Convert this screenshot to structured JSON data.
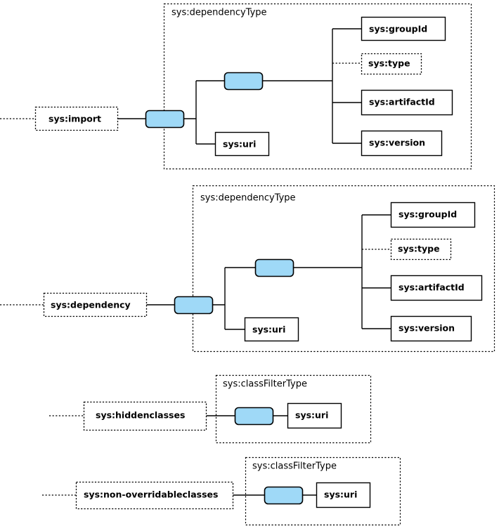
{
  "diagram": {
    "title": "XML Schema structure diagram",
    "colors": {
      "connector_fill": "#9fd9f7",
      "stroke": "#000000",
      "background": "#ffffff"
    },
    "groups": [
      {
        "id": "import-group",
        "type_label": "sys:dependencyType",
        "root": {
          "label": "sys:import",
          "border": "dotted"
        },
        "children": [
          {
            "label": "sys:groupId",
            "border": "solid"
          },
          {
            "label": "sys:type",
            "border": "dotted"
          },
          {
            "label": "sys:artifactId",
            "border": "solid"
          },
          {
            "label": "sys:version",
            "border": "solid"
          },
          {
            "label": "sys:uri",
            "border": "solid"
          }
        ]
      },
      {
        "id": "dependency-group",
        "type_label": "sys:dependencyType",
        "root": {
          "label": "sys:dependency",
          "border": "dotted"
        },
        "children": [
          {
            "label": "sys:groupId",
            "border": "solid"
          },
          {
            "label": "sys:type",
            "border": "dotted"
          },
          {
            "label": "sys:artifactId",
            "border": "solid"
          },
          {
            "label": "sys:version",
            "border": "solid"
          },
          {
            "label": "sys:uri",
            "border": "solid"
          }
        ]
      },
      {
        "id": "hiddenclasses-group",
        "type_label": "sys:classFilterType",
        "root": {
          "label": "sys:hiddenclasses",
          "border": "dotted"
        },
        "children": [
          {
            "label": "sys:uri",
            "border": "solid"
          }
        ]
      },
      {
        "id": "non-overridableclasses-group",
        "type_label": "sys:classFilterType",
        "root": {
          "label": "sys:non-overridableclasses",
          "border": "dotted"
        },
        "children": [
          {
            "label": "sys:uri",
            "border": "solid"
          }
        ]
      }
    ]
  }
}
